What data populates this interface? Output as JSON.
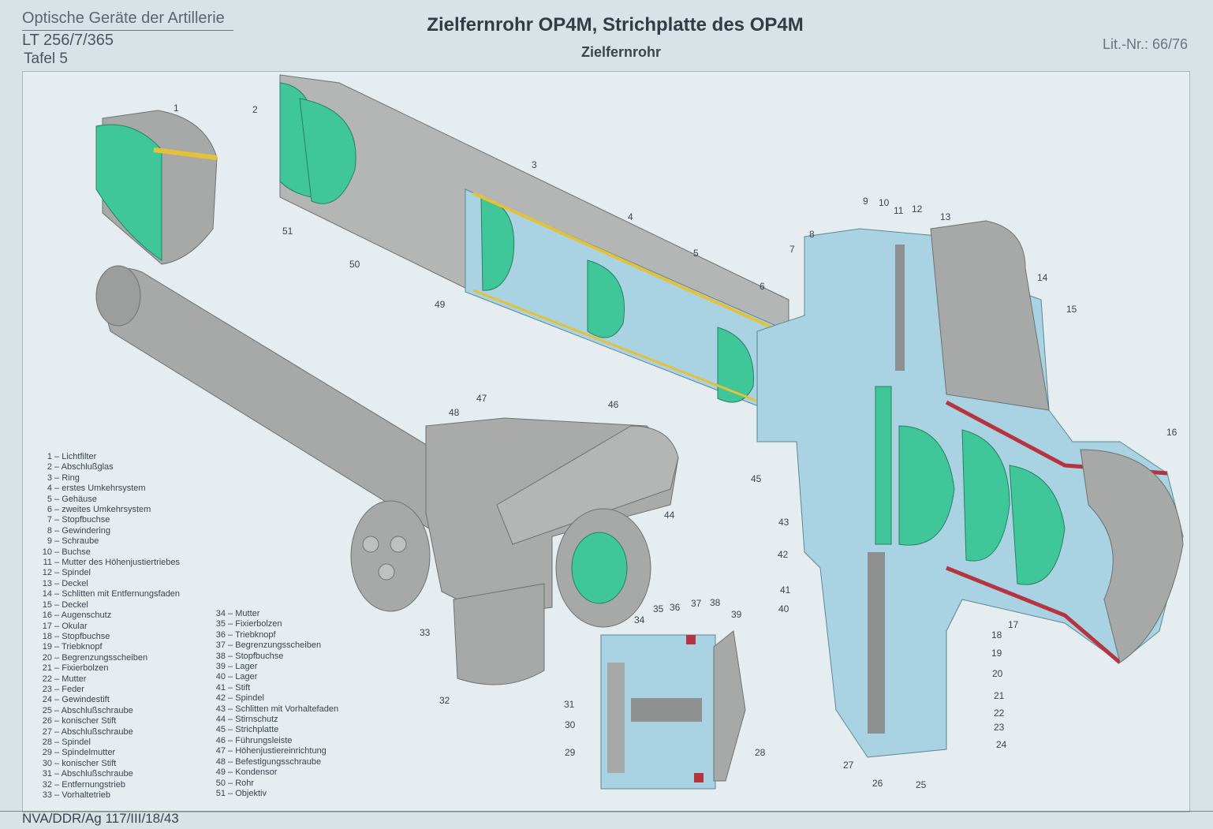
{
  "header": {
    "series": "Optische Geräte der Artillerie",
    "doc_number": "LT 256/7/365",
    "plate": "Tafel 5",
    "title": "Zielfernrohr OP4M, Strichplatte des OP4M",
    "subtitle": "Zielfernrohr",
    "lit_nr": "Lit.-Nr.: 66/76"
  },
  "footer": {
    "code": "NVA/DDR/Ag 117/III/18/43"
  },
  "legend": [
    {
      "n": "1",
      "label": "Lichtfilter"
    },
    {
      "n": "2",
      "label": "Abschlußglas"
    },
    {
      "n": "3",
      "label": "Ring"
    },
    {
      "n": "4",
      "label": "erstes Umkehrsystem"
    },
    {
      "n": "5",
      "label": "Gehäuse"
    },
    {
      "n": "6",
      "label": "zweites Umkehrsystem"
    },
    {
      "n": "7",
      "label": "Stopfbuchse"
    },
    {
      "n": "8",
      "label": "Gewindering"
    },
    {
      "n": "9",
      "label": "Schraube"
    },
    {
      "n": "10",
      "label": "Buchse"
    },
    {
      "n": "11",
      "label": "Mutter des Höhenjustiertriebes"
    },
    {
      "n": "12",
      "label": "Spindel"
    },
    {
      "n": "13",
      "label": "Deckel"
    },
    {
      "n": "14",
      "label": "Schlitten mit Entfernungsfaden"
    },
    {
      "n": "15",
      "label": "Deckel"
    },
    {
      "n": "16",
      "label": "Augenschutz"
    },
    {
      "n": "17",
      "label": "Okular"
    },
    {
      "n": "18",
      "label": "Stopfbuchse"
    },
    {
      "n": "19",
      "label": "Triebknopf"
    },
    {
      "n": "20",
      "label": "Begrenzungsscheiben"
    },
    {
      "n": "21",
      "label": "Fixierbolzen"
    },
    {
      "n": "22",
      "label": "Mutter"
    },
    {
      "n": "23",
      "label": "Feder"
    },
    {
      "n": "24",
      "label": "Gewindestift"
    },
    {
      "n": "25",
      "label": "Abschlußschraube"
    },
    {
      "n": "26",
      "label": "konischer Stift"
    },
    {
      "n": "27",
      "label": "Abschlußschraube"
    },
    {
      "n": "28",
      "label": "Spindel"
    },
    {
      "n": "29",
      "label": "Spindelmutter"
    },
    {
      "n": "30",
      "label": "konischer Stift"
    },
    {
      "n": "31",
      "label": "Abschlußschraube"
    },
    {
      "n": "32",
      "label": "Entfernungstrieb"
    },
    {
      "n": "33",
      "label": "Vorhaltetrieb"
    },
    {
      "n": "34",
      "label": "Mutter"
    },
    {
      "n": "35",
      "label": "Fixierbolzen"
    },
    {
      "n": "36",
      "label": "Triebknopf"
    },
    {
      "n": "37",
      "label": "Begrenzungsscheiben"
    },
    {
      "n": "38",
      "label": "Stopfbuchse"
    },
    {
      "n": "39",
      "label": "Lager"
    },
    {
      "n": "40",
      "label": "Lager"
    },
    {
      "n": "41",
      "label": "Stift"
    },
    {
      "n": "42",
      "label": "Spindel"
    },
    {
      "n": "43",
      "label": "Schlitten mit Vorhaltefaden"
    },
    {
      "n": "44",
      "label": "Stirnschutz"
    },
    {
      "n": "45",
      "label": "Strichplatte"
    },
    {
      "n": "46",
      "label": "Führungsleiste"
    },
    {
      "n": "47",
      "label": "Höhenjustiereinrichtung"
    },
    {
      "n": "48",
      "label": "Befestigungsschraube"
    },
    {
      "n": "49",
      "label": "Kondensor"
    },
    {
      "n": "50",
      "label": "Rohr"
    },
    {
      "n": "51",
      "label": "Objektiv"
    }
  ],
  "colors": {
    "section": "#a9d3e3",
    "lens": "#3fc79a",
    "body": "#a7a9a8",
    "brass": "#e3c23a",
    "seal": "#b5343f"
  }
}
